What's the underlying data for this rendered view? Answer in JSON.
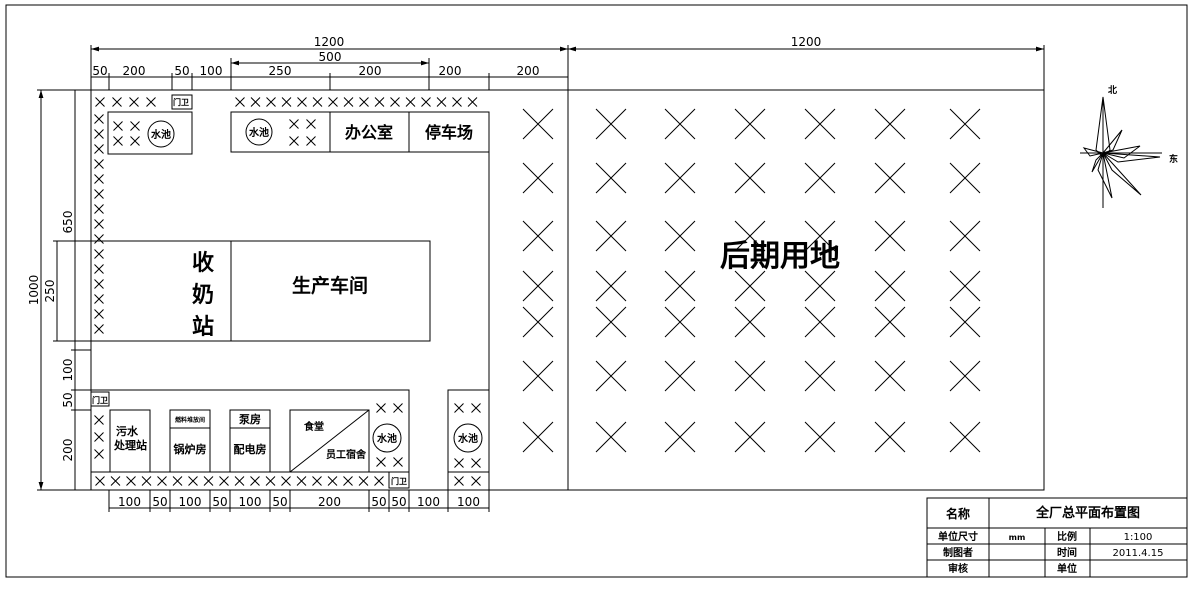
{
  "site_plan": {
    "dimensions_top": {
      "total_left": "1200",
      "total_right": "1200",
      "mid": "500",
      "d50a": "50",
      "d200a": "200",
      "d50b": "50",
      "d100a": "100",
      "d250": "250",
      "d200b": "200",
      "d200c": "200",
      "d200d": "200"
    },
    "dimensions_left": {
      "total": "1000",
      "d650": "650",
      "d250": "250",
      "d100": "100",
      "d50": "50",
      "d200": "200"
    },
    "dimensions_bottom": [
      "100",
      "50",
      "100",
      "50",
      "100",
      "50",
      "200",
      "50",
      "50",
      "100",
      "100"
    ],
    "labels": {
      "gate": "门卫",
      "pool": "水池",
      "office": "办公室",
      "parking": "停车场",
      "milk_station": [
        "收",
        "奶",
        "站"
      ],
      "workshop": "生产车间",
      "future_land": "后期用地",
      "sewage": [
        "污水",
        "处理站"
      ],
      "fuel_yard": "燃料堆放间",
      "boiler": "锅炉房",
      "pump": "泵房",
      "power": "配电房",
      "canteen": "食堂",
      "dormitory": "员工宿舍",
      "north": "北",
      "east": "东"
    },
    "title_block": {
      "name_label": "名称",
      "name_value": "全厂总平面布置图",
      "unit_label": "单位尺寸",
      "unit_value": "mm",
      "scale_label": "比例",
      "scale_value": "1:100",
      "drawer_label": "制图者",
      "drawer_value": "",
      "time_label": "时间",
      "time_value": "2011.4.15",
      "review_label": "审核",
      "review_value": "",
      "org_label": "单位",
      "org_value": ""
    }
  }
}
